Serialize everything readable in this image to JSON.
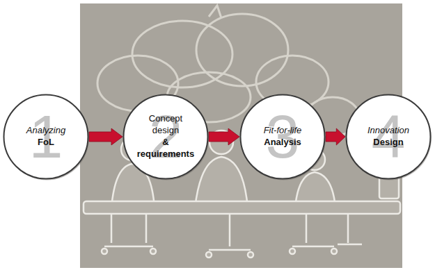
{
  "diagram": {
    "nodes": [
      {
        "text": [
          "1",
          "Analyzing",
          "FoL"
        ]
      },
      {
        "text": [
          "2",
          "Concept design",
          "& requirements"
        ]
      },
      {
        "text": [
          "3",
          "Fit-for-life",
          "Analysis"
        ]
      },
      {
        "text": [
          "4",
          "Innovation",
          "Design"
        ]
      }
    ],
    "edges": [
      {
        "from": 0,
        "to": 1,
        "arrow": "to"
      },
      {
        "from": 1,
        "to": 2,
        "arrow": "to"
      },
      {
        "from": 2,
        "to": 3,
        "arrow": "to"
      }
    ]
  }
}
